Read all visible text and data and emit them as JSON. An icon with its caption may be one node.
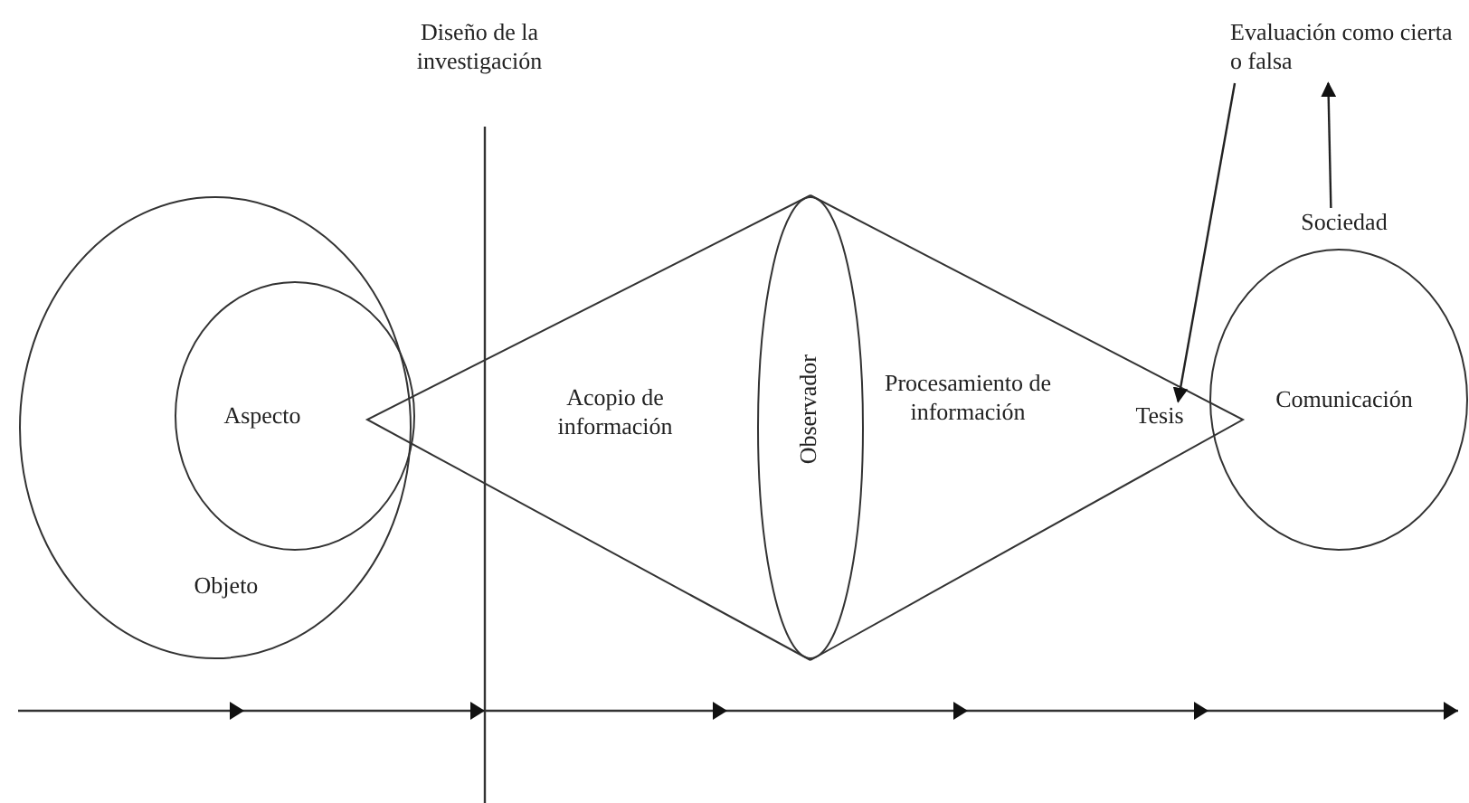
{
  "diagram": {
    "nodes": [
      {
        "text": [
          "Objeto"
        ]
      },
      {
        "text": [
          "Aspecto"
        ],
        "in": 0
      },
      {
        "text": [
          "Observador"
        ]
      },
      {
        "text": [
          "Sociedad",
          "Comunicación"
        ]
      },
      {
        "text": [
          "Evaluación como cierta o falsa"
        ]
      },
      {
        "text": [
          "Tesis"
        ]
      }
    ],
    "edges": [
      {
        "from": 3,
        "to": 4,
        "arrow": "to"
      },
      {
        "from": 4,
        "to": 5,
        "arrow": "to"
      }
    ],
    "labels": [
      "Diseño de la investigación",
      "Acopio de información",
      "Procesamiento de información"
    ]
  }
}
